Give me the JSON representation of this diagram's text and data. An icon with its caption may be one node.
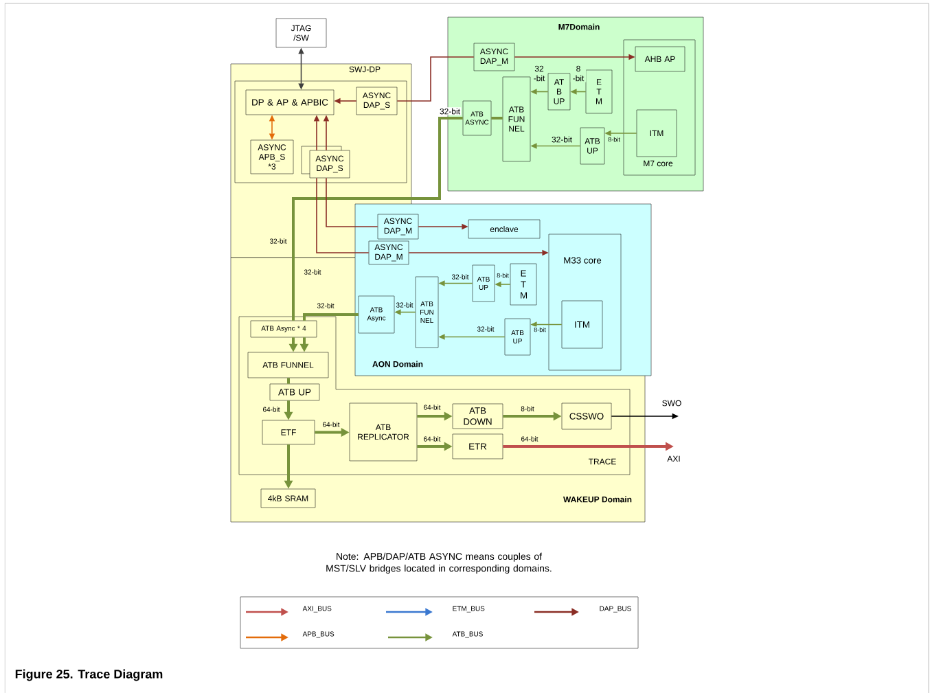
{
  "diagram": {
    "caption": "Figure 25. Trace Diagram",
    "nodes": [
      {
        "text": [
          "JTAG /SW"
        ]
      },
      {
        "text": [
          "SWJ-DP"
        ]
      },
      {
        "text": [],
        "shape": "box",
        "in": 1
      },
      {
        "text": [
          "DP & AP & APBIC"
        ],
        "in": 2
      },
      {
        "text": [
          "ASYNC DAP_S"
        ],
        "in": 2
      },
      {
        "text": [
          "ASYNC APB_S *3"
        ],
        "in": 2
      },
      {
        "text": [
          "ASYNC DAP_S"
        ],
        "in": 2
      },
      {
        "text": [
          "M7Domain"
        ]
      },
      {
        "text": [
          "ASYNC DAP_M"
        ],
        "in": 7
      },
      {
        "text": [
          "M7 core"
        ],
        "in": 7
      },
      {
        "text": [
          "AHB AP"
        ],
        "in": 9
      },
      {
        "text": [
          "ITM"
        ],
        "in": 9
      },
      {
        "text": [
          "ATB ASYNC"
        ],
        "in": 7
      },
      {
        "text": [
          "ATB FUN NEL"
        ],
        "in": 7
      },
      {
        "text": [
          "AT B UP"
        ],
        "in": 7
      },
      {
        "text": [
          "E T M"
        ],
        "in": 7
      },
      {
        "text": [
          "ATB UP"
        ],
        "in": 7
      },
      {
        "text": [
          "AON Domain"
        ]
      },
      {
        "text": [
          "ASYNC DAP_M"
        ],
        "in": 17
      },
      {
        "text": [
          "ASYNC DAP_M"
        ],
        "in": 17
      },
      {
        "text": [
          "enclave"
        ],
        "in": 17
      },
      {
        "text": [
          "M33 core"
        ],
        "in": 17
      },
      {
        "text": [
          "ITM"
        ],
        "in": 21
      },
      {
        "text": [
          "E T M"
        ]
      },
      {
        "text": [
          "ATB UP"
        ]
      },
      {
        "text": [
          "ATB FUN NEL"
        ]
      },
      {
        "text": [
          "ATB Async"
        ]
      },
      {
        "text": [
          "ATB UP"
        ]
      },
      {
        "text": [
          "WAKEUP Domain"
        ]
      },
      {
        "text": [
          "TRACE"
        ],
        "in": 28
      },
      {
        "text": [
          "ATB Async * 4"
        ],
        "in": 29
      },
      {
        "text": [
          "ATB FUNNEL"
        ],
        "in": 29
      },
      {
        "text": [
          "ATB UP"
        ],
        "in": 29
      },
      {
        "text": [
          "ETF"
        ],
        "in": 29
      },
      {
        "text": [
          "ATB REPLICATOR"
        ],
        "in": 29
      },
      {
        "text": [
          "ATB DOWN"
        ],
        "in": 29
      },
      {
        "text": [
          "ETR"
        ],
        "in": 29
      },
      {
        "text": [
          "CSSWO"
        ],
        "in": 29
      },
      {
        "text": [
          "4kB SRAM"
        ],
        "in": 28
      },
      {
        "text": [
          "AXI"
        ]
      }
    ],
    "edges": [
      {
        "from": 0,
        "to": 3,
        "arrow": "both",
        "color": "#404040"
      },
      {
        "from": 4,
        "to": 3,
        "arrow": "to",
        "color": "#8b2e26"
      },
      {
        "from": 5,
        "to": 3,
        "arrow": "both",
        "color": "#e36c0a"
      },
      {
        "from": 6,
        "to": 3,
        "arrow": "to",
        "color": "#8b2e26"
      },
      {
        "from": 6,
        "to": 3,
        "arrow": "to",
        "color": "#8b2e26"
      },
      {
        "from": 4,
        "to": 8,
        "arrow": "none",
        "color": "#8b2e26"
      },
      {
        "from": 8,
        "to": 10,
        "arrow": "to",
        "color": "#8b2e26"
      },
      {
        "from": 15,
        "to": 14,
        "arrow": "to",
        "label": "8 -bit"
      },
      {
        "from": 14,
        "to": 13,
        "arrow": "to",
        "label": "32 -bit"
      },
      {
        "from": 11,
        "to": 16,
        "arrow": "to",
        "label": "8-bit"
      },
      {
        "from": 16,
        "to": 13,
        "arrow": "to",
        "label": "32-bit"
      },
      {
        "from": 13,
        "to": 12,
        "arrow": "none",
        "style": "thick"
      },
      {
        "from": 12,
        "to": 30,
        "arrow": "none",
        "style": "thick",
        "label": "32-bit"
      },
      {
        "from": 26,
        "to": 30,
        "arrow": "none",
        "style": "thick",
        "label": "32-bit"
      },
      {
        "from": 30,
        "to": 31,
        "arrow": "to",
        "style": "thick"
      },
      {
        "from": 30,
        "to": 31,
        "arrow": "to",
        "style": "thick"
      },
      {
        "from": 23,
        "to": 24,
        "arrow": "to",
        "label": "8-bit"
      },
      {
        "from": 24,
        "to": 25,
        "arrow": "to",
        "label": "32-bit"
      },
      {
        "from": 22,
        "to": 27,
        "arrow": "to",
        "label": "8-bit"
      },
      {
        "from": 27,
        "to": 25,
        "arrow": "to",
        "label": "32-bit"
      },
      {
        "from": 25,
        "to": 26,
        "arrow": "to",
        "label": "32-bit"
      },
      {
        "from": 6,
        "to": 18,
        "arrow": "none",
        "color": "#8b2e26"
      },
      {
        "from": 18,
        "to": 20,
        "arrow": "to",
        "color": "#8b2e26"
      },
      {
        "from": 6,
        "to": 19,
        "arrow": "none",
        "color": "#8b2e26"
      },
      {
        "from": 19,
        "to": 21,
        "arrow": "to",
        "color": "#8b2e26"
      },
      {
        "from": 31,
        "to": 32,
        "arrow": "none",
        "style": "thick"
      },
      {
        "from": 32,
        "to": 33,
        "arrow": "to",
        "style": "thick",
        "label": "64-bit"
      },
      {
        "from": 33,
        "to": 34,
        "arrow": "to",
        "style": "thick",
        "label": "64-bit"
      },
      {
        "from": 33,
        "to": 38,
        "arrow": "to",
        "style": "thick"
      },
      {
        "from": 34,
        "to": 35,
        "arrow": "to",
        "style": "thick",
        "label": "64-bit"
      },
      {
        "from": 34,
        "to": 36,
        "arrow": "to",
        "style": "thick",
        "label": "64-bit"
      },
      {
        "from": 35,
        "to": 37,
        "arrow": "to",
        "style": "thick",
        "label": "8-bit"
      },
      {
        "from": 37,
        "to": null,
        "arrow": "to",
        "color": "#000000",
        "label": "SWO"
      },
      {
        "from": 36,
        "to": 39,
        "arrow": "to",
        "style": "thick",
        "color": "#c0504d",
        "label": "64-bit"
      }
    ],
    "labels": [
      "32-bit",
      "32-bit",
      "Note: APB/DAP/ATB ASYNC means couples of MST/SLV bridges located in corresponding domains."
    ],
    "legend": [
      {
        "text": "AXI_BUS",
        "color": "#c0504d"
      },
      {
        "text": "ETM_BUS",
        "color": "#3a78d0"
      },
      {
        "text": "DAP_BUS",
        "color": "#8b2e26"
      },
      {
        "text": "APB_BUS",
        "color": "#e36c0a"
      },
      {
        "text": "ATB_BUS",
        "color": "#77933c"
      }
    ]
  }
}
